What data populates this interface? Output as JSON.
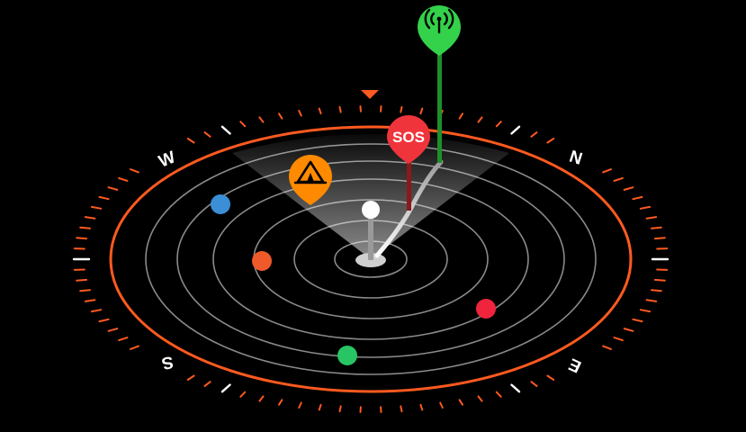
{
  "colors": {
    "background": "#000000",
    "accent_orange": "#ff5a1f",
    "waypoint_orange": "#ff8a00",
    "signal_green": "#34d14a",
    "sos_red": "#f0343c",
    "ring_gray": "#8a8a8a",
    "tick_white": "#ffffff",
    "dot_blue": "#3a8fd6",
    "dot_orange": "#f05a2a",
    "dot_red": "#f0243c",
    "dot_green": "#27c564"
  },
  "compass": {
    "cardinals": {
      "north": "N",
      "east": "E",
      "south": "S",
      "west": "W"
    }
  },
  "waypoints": {
    "sos_label": "SOS",
    "signal_icon": "antenna-signal-icon",
    "camp_icon": "tent-icon"
  },
  "location_dots": [
    "blue",
    "orange",
    "red",
    "green"
  ]
}
